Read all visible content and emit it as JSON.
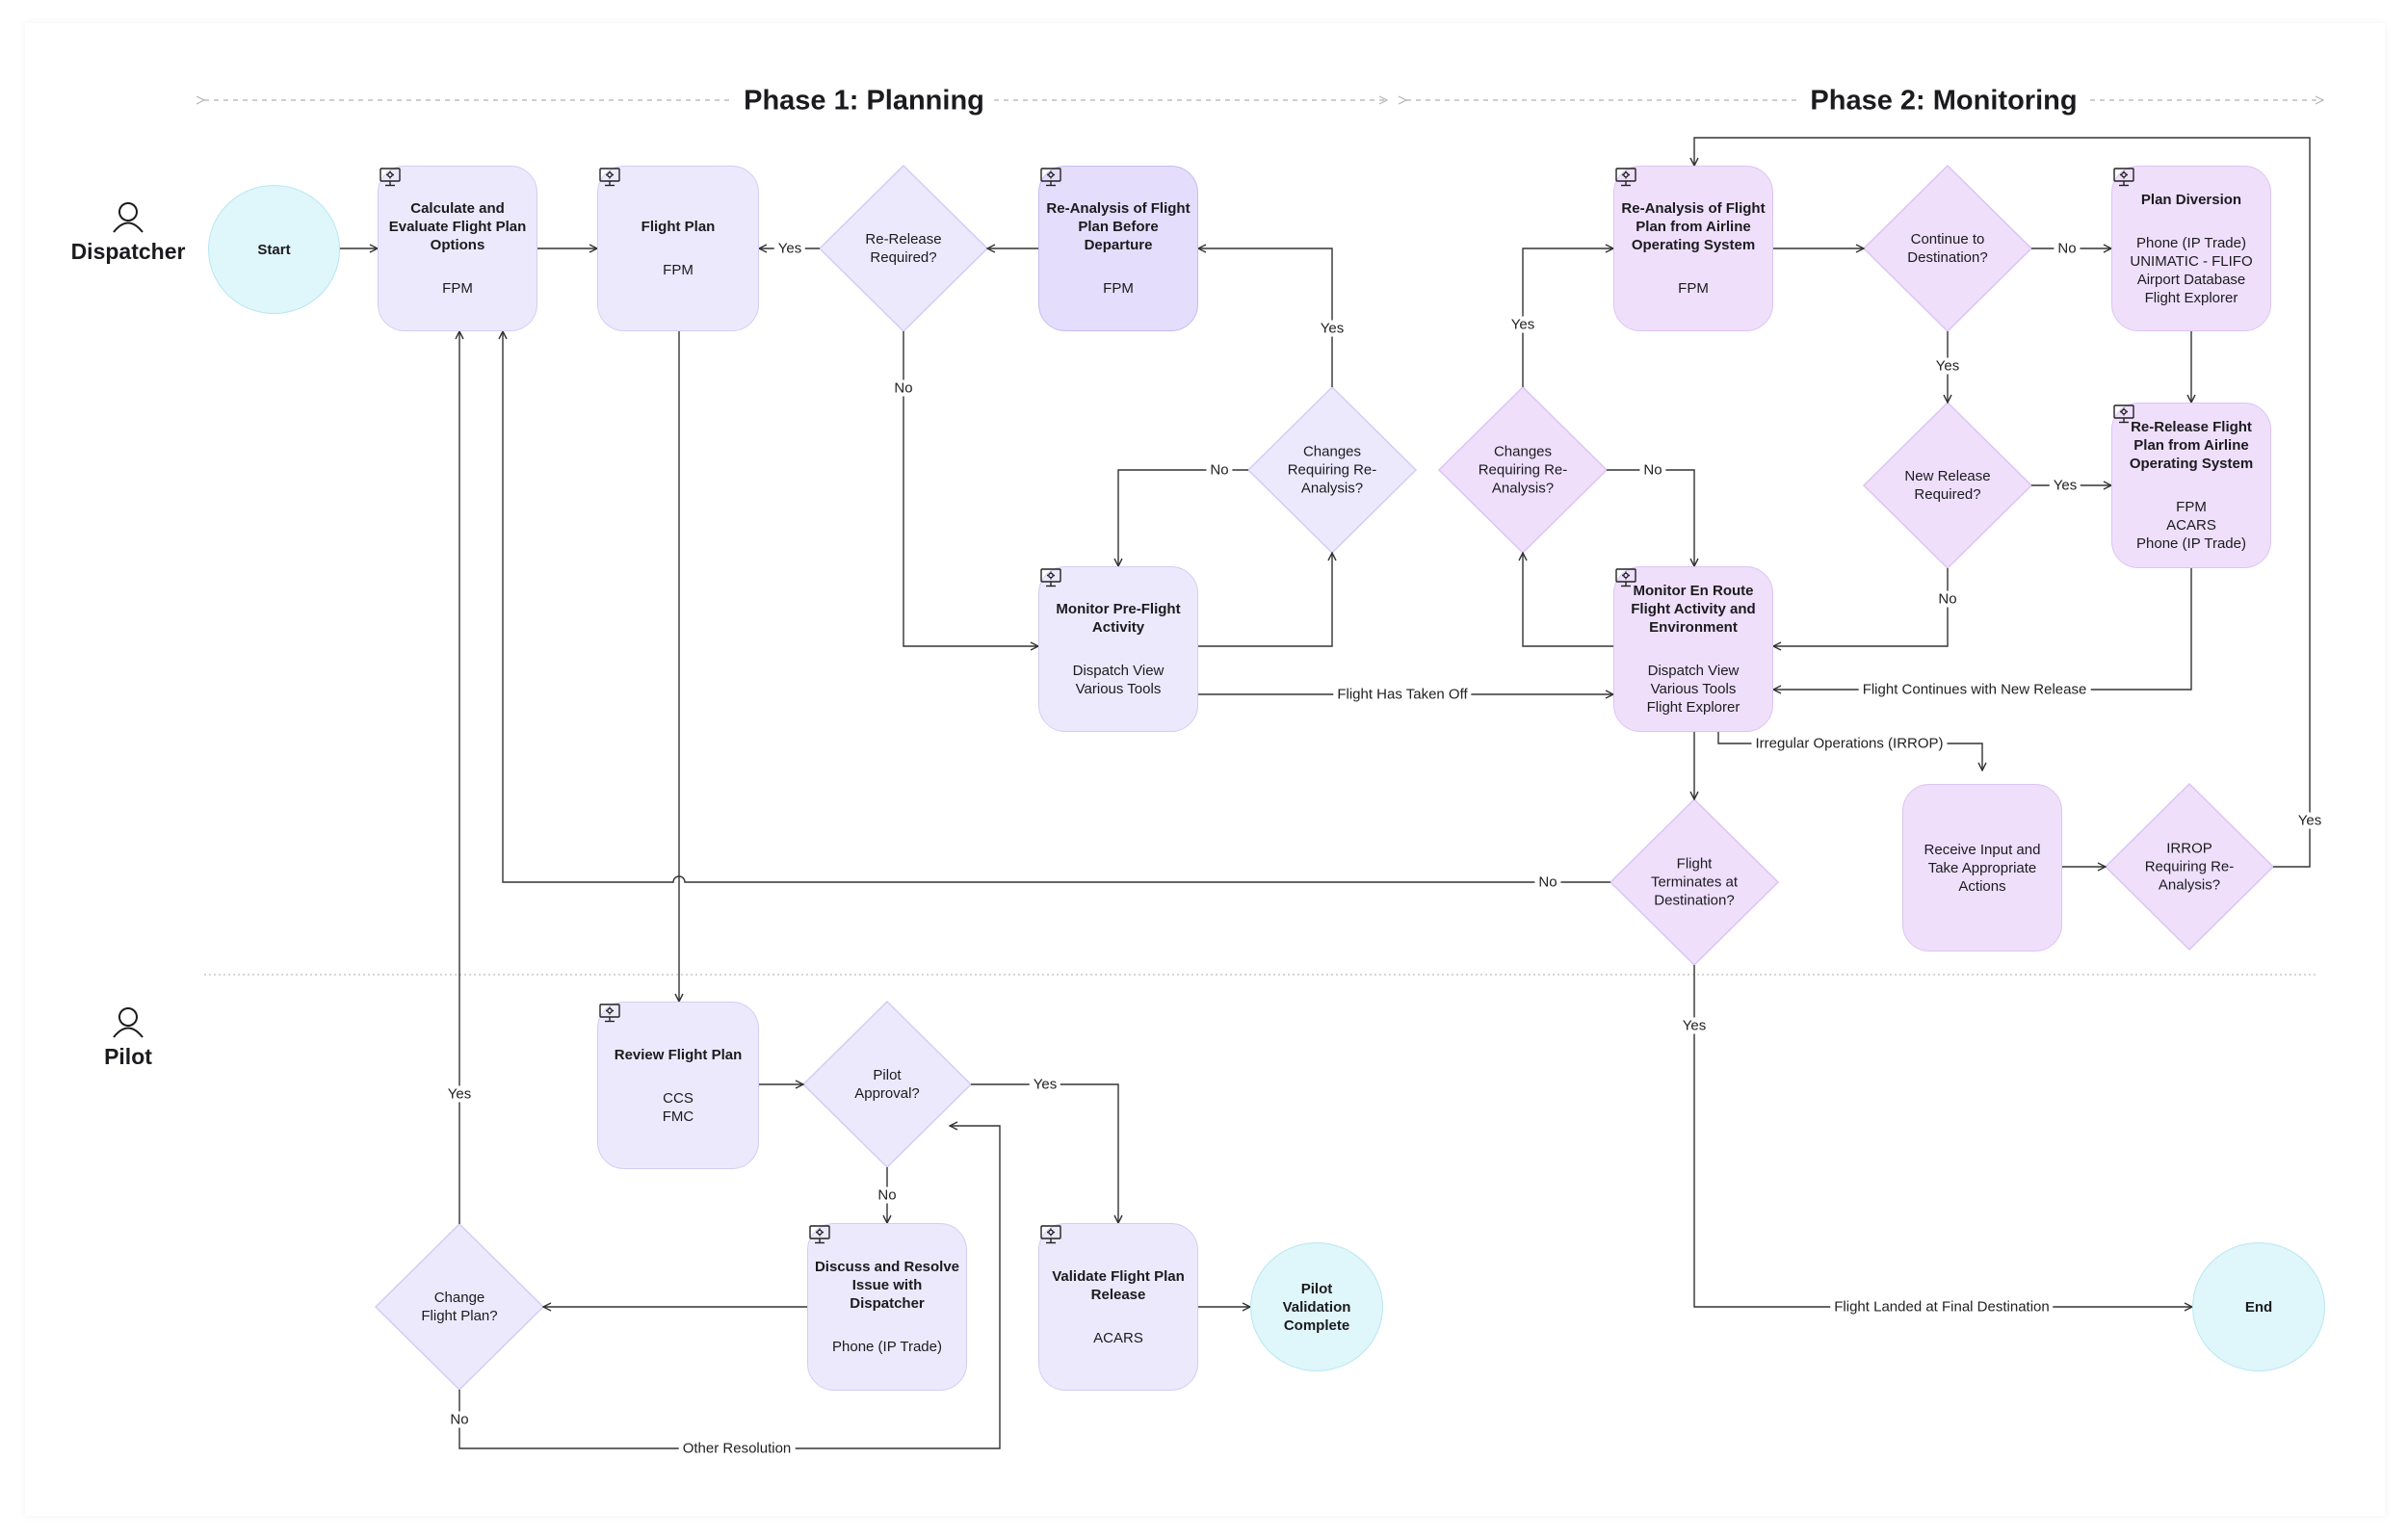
{
  "phases": {
    "planning": "Phase 1: Planning",
    "monitoring": "Phase 2: Monitoring"
  },
  "lanes": {
    "dispatcher": "Dispatcher",
    "pilot": "Pilot"
  },
  "icon_name": "computer-icon",
  "nodes": {
    "start": "Start",
    "calculate": {
      "title": "Calculate and Evaluate Flight Plan Options",
      "tools": [
        "FPM"
      ]
    },
    "flight_plan": {
      "title": "Flight Plan",
      "tools": [
        "FPM"
      ]
    },
    "re_release_required": "Re-Release Required?",
    "reanalysis_before_departure": {
      "title": "Re-Analysis of Flight Plan Before Departure",
      "tools": [
        "FPM"
      ]
    },
    "changes_reanalysis_pre": "Changes Requiring Re-Analysis?",
    "monitor_preflight": {
      "title": "Monitor Pre-Flight Activity",
      "tools": [
        "Dispatch View",
        "Various Tools"
      ]
    },
    "reanalysis_airline": {
      "title": "Re-Analysis of Flight Plan from Airline Operating System",
      "tools": [
        "FPM"
      ]
    },
    "continue_destination": "Continue to Destination?",
    "plan_diversion": {
      "title": "Plan Diversion",
      "tools": [
        "Phone (IP Trade)",
        "UNIMATIC - FLIFO",
        "Airport Database",
        "Flight Explorer"
      ]
    },
    "changes_reanalysis_enroute": "Changes Requiring Re-Analysis?",
    "new_release_required": "New Release Required?",
    "re_release_airline": {
      "title": "Re-Release Flight Plan from Airline Operating System",
      "tools": [
        "FPM",
        "ACARS",
        "Phone (IP Trade)"
      ]
    },
    "monitor_enroute": {
      "title": "Monitor En Route Flight Activity and Environment",
      "tools": [
        "Dispatch View",
        "Various Tools",
        "Flight Explorer"
      ]
    },
    "flight_terminates": "Flight Terminates at Destination?",
    "receive_input": "Receive Input and Take Appropriate Actions",
    "irrop_reanalysis": "IRROP Requiring Re-Analysis?",
    "review_flight_plan": {
      "title": "Review Flight Plan",
      "tools": [
        "CCS",
        "FMC"
      ]
    },
    "pilot_approval": "Pilot Approval?",
    "discuss_resolve": {
      "title": "Discuss and Resolve Issue with Dispatcher",
      "tools": [
        "Phone (IP Trade)"
      ]
    },
    "validate_release": {
      "title": "Validate Flight Plan Release",
      "tools": [
        "ACARS"
      ]
    },
    "pilot_validation_complete": "Pilot Validation Complete",
    "change_flight_plan": "Change Flight Plan?",
    "end": "End"
  },
  "edge_labels": {
    "yes_rerelease_to_plan": "Yes",
    "no_rerelease": "No",
    "yes_changes_pre": "Yes",
    "no_changes_pre": "No",
    "flight_taken_off": "Flight Has Taken Off",
    "yes_changes_enroute": "Yes",
    "no_changes_enroute": "No",
    "no_continue": "No",
    "yes_continue": "Yes",
    "yes_new_release": "Yes",
    "no_new_release": "No",
    "continues_new_release": "Flight Continues with New Release",
    "irrop": "Irregular Operations (IRROP)",
    "yes_irrop": "Yes",
    "no_terminates": "No",
    "yes_terminates": "Yes",
    "landed_final": "Flight Landed at Final Destination",
    "yes_pilot_approval": "Yes",
    "no_pilot_approval": "No",
    "yes_change_plan": "Yes",
    "no_change_plan": "No",
    "other_resolution": "Other Resolution"
  }
}
